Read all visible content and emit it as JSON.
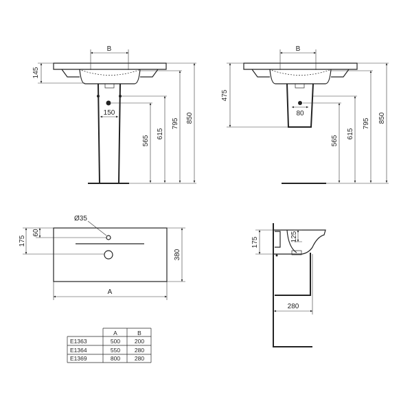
{
  "front_view": {
    "b_label": "B",
    "height_145": "145",
    "width_150": "150",
    "h_565": "565",
    "h_615": "615",
    "h_795": "795",
    "h_850": "850"
  },
  "side_view_top": {
    "b_label": "B",
    "height_475": "475",
    "width_80": "80",
    "h_565": "565",
    "h_615": "615",
    "h_795": "795",
    "h_850": "850"
  },
  "plan_view": {
    "hole_label": "Ø35",
    "dim_175": "175",
    "dim_60": "60",
    "dim_380": "380",
    "dim_a": "A"
  },
  "profile_view": {
    "dim_175": "175",
    "dim_125": "125",
    "dim_280": "280"
  },
  "table": {
    "headers": [
      "",
      "A",
      "B"
    ],
    "rows": [
      [
        "E1363",
        "500",
        "200"
      ],
      [
        "E1364",
        "550",
        "280"
      ],
      [
        "E1369",
        "800",
        "280"
      ]
    ]
  }
}
